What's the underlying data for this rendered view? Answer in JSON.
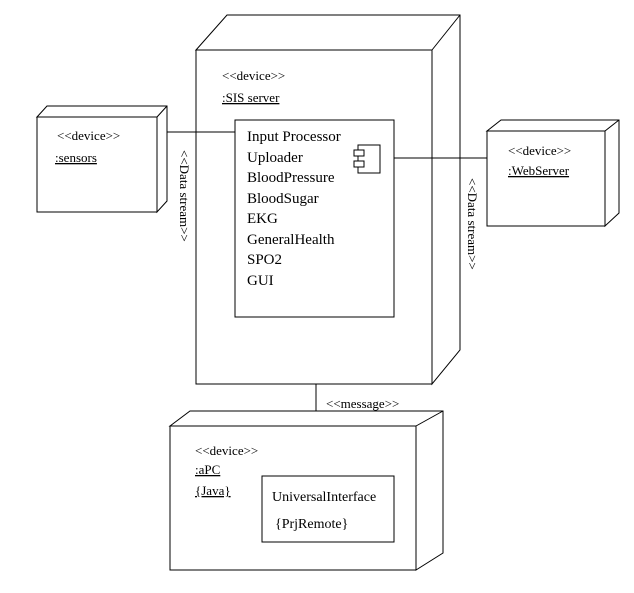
{
  "nodes": {
    "server": {
      "stereotype": "<<device>>",
      "name": ":SIS server",
      "components": [
        "Input Processor",
        "Uploader",
        "BloodPressure",
        "BloodSugar",
        "EKG",
        "GeneralHealth",
        "SPO2",
        "GUI"
      ]
    },
    "sensors": {
      "stereotype": "<<device>>",
      "name": ":sensors"
    },
    "webserver": {
      "stereotype": "<<device>>",
      "name": ":WebServer"
    },
    "apc": {
      "stereotype": "<<device>>",
      "name": ":aPC",
      "tag": "{Java}",
      "component": {
        "name": "UniversalInterface",
        "tag": "{PrjRemote}"
      }
    }
  },
  "edges": {
    "sensors_server": "<<Data stream>>",
    "server_webserver": "<<Data stream>>",
    "server_apc": "<<message>>"
  }
}
